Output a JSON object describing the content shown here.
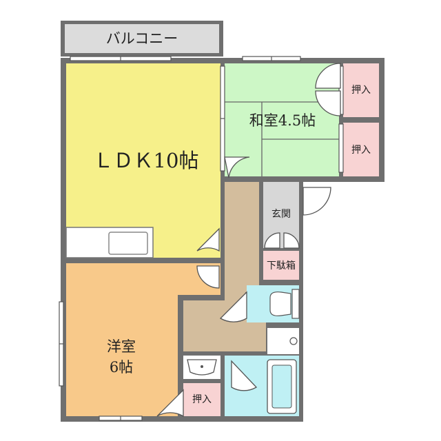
{
  "balcony": {
    "label": "バルコニー"
  },
  "rooms": {
    "ldk": {
      "label": "ＬＤＫ10帖"
    },
    "washitsu": {
      "label": "和室4.5帖"
    },
    "yoshitsu": {
      "line1": "洋室",
      "line2": "6帖"
    },
    "genkan": {
      "label": "玄関"
    },
    "shoebox": {
      "label": "下駄箱"
    },
    "closet_top": {
      "label": "押入"
    },
    "closet_mid": {
      "label": "押入"
    },
    "closet_bottom": {
      "label": "押入"
    }
  },
  "colors": {
    "wall": "#6f6f6f",
    "ldk": "#f6f08a",
    "washitsu": "#cdf7c6",
    "yoshitsu": "#f8c98a",
    "hall": "#d3bd9d",
    "water": "#bff0f4",
    "closet": "#f8d3d3",
    "genkan": "#d7d7d7",
    "balcony": "#dcdcdc"
  }
}
